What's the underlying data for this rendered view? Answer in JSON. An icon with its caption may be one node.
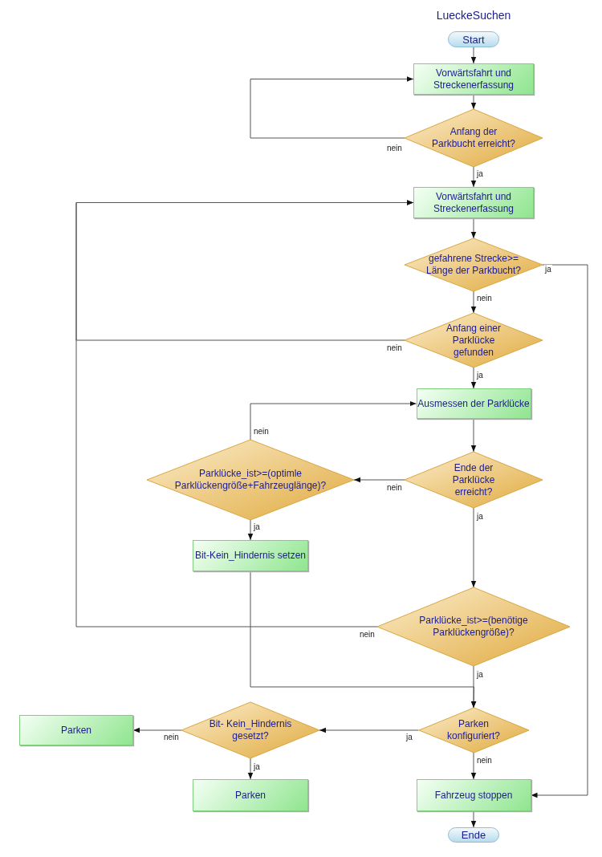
{
  "diagram": {
    "title": "LueckeSuchen",
    "nodes": [
      {
        "text": [
          "Start"
        ]
      },
      {
        "text": [
          "Vorwärtsfahrt und Streckenerfassung"
        ]
      },
      {
        "text": [
          "Anfang der Parkbucht erreicht?"
        ]
      },
      {
        "text": [
          "Vorwärtsfahrt und Streckenerfassung"
        ]
      },
      {
        "text": [
          "gefahrene Strecke>= Länge der Parkbucht?"
        ]
      },
      {
        "text": [
          "Anfang einer Parklücke gefunden"
        ]
      },
      {
        "text": [
          "Ausmessen der Parklücke"
        ]
      },
      {
        "text": [
          "Ende der Parklücke erreicht?"
        ]
      },
      {
        "text": [
          "Parklücke_ist>=(optimle Parklückengröße+Fahrzeuglänge)?"
        ]
      },
      {
        "text": [
          "Bit-Kein_Hindernis setzen"
        ]
      },
      {
        "text": [
          "Parklücke_ist>=(benötige Parklückengröße)?"
        ]
      },
      {
        "text": [
          "Parken konfiguriert?"
        ]
      },
      {
        "text": [
          "Bit- Kein_Hindernis gesetzt?"
        ]
      },
      {
        "text": [
          "Parken"
        ]
      },
      {
        "text": [
          "Parken"
        ]
      },
      {
        "text": [
          "Fahrzeug stoppen"
        ]
      },
      {
        "text": [
          "Ende"
        ]
      }
    ],
    "edges": [
      {
        "from": 0,
        "to": 1,
        "arrow": "to"
      },
      {
        "from": 1,
        "to": 2,
        "arrow": "to"
      },
      {
        "from": 2,
        "to": 1,
        "arrow": "to",
        "label": "nein"
      },
      {
        "from": 2,
        "to": 3,
        "arrow": "to",
        "label": "ja"
      },
      {
        "from": 3,
        "to": 4,
        "arrow": "to"
      },
      {
        "from": 4,
        "to": 15,
        "arrow": "to",
        "label": "ja"
      },
      {
        "from": 4,
        "to": 5,
        "arrow": "to",
        "label": "nein"
      },
      {
        "from": 5,
        "to": 3,
        "arrow": "to",
        "label": "nein"
      },
      {
        "from": 5,
        "to": 6,
        "arrow": "to",
        "label": "ja"
      },
      {
        "from": 6,
        "to": 7,
        "arrow": "to"
      },
      {
        "from": 7,
        "to": 8,
        "arrow": "to",
        "label": "nein"
      },
      {
        "from": 7,
        "to": 10,
        "arrow": "to",
        "label": "ja"
      },
      {
        "from": 8,
        "to": 6,
        "arrow": "to",
        "label": "nein"
      },
      {
        "from": 8,
        "to": 9,
        "arrow": "to",
        "label": "ja"
      },
      {
        "from": 9,
        "to": 11,
        "arrow": "to"
      },
      {
        "from": 10,
        "to": 3,
        "arrow": "to",
        "label": "nein"
      },
      {
        "from": 10,
        "to": 11,
        "arrow": "to",
        "label": "ja"
      },
      {
        "from": 11,
        "to": 12,
        "arrow": "to",
        "label": "ja"
      },
      {
        "from": 11,
        "to": 15,
        "arrow": "to",
        "label": "nein"
      },
      {
        "from": 12,
        "to": 13,
        "arrow": "to",
        "label": "nein"
      },
      {
        "from": 12,
        "to": 14,
        "arrow": "to",
        "label": "ja"
      },
      {
        "from": 15,
        "to": 16,
        "arrow": "to"
      }
    ]
  }
}
